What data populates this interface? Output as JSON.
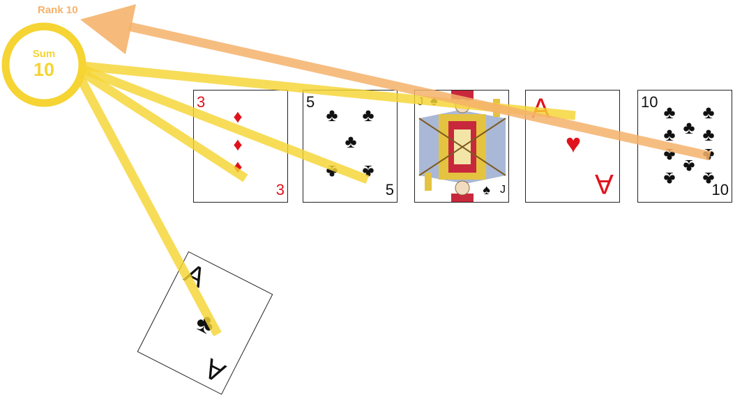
{
  "annotation": {
    "sum_label": "Sum",
    "sum_value": "10",
    "rank_label": "Rank 10",
    "sum_color": "#f5d433",
    "rank_color": "#f5b26b"
  },
  "cards": [
    {
      "id": "card-3-diamonds",
      "rank": "3",
      "suit": "diamonds",
      "suit_glyph": "♦",
      "color": "#e0121b"
    },
    {
      "id": "card-5-clubs",
      "rank": "5",
      "suit": "clubs",
      "suit_glyph": "♣",
      "color": "#111111"
    },
    {
      "id": "card-jack-spades",
      "rank": "J",
      "suit": "spades",
      "suit_glyph": "♠",
      "color": "#111111"
    },
    {
      "id": "card-ace-hearts",
      "rank": "A",
      "suit": "hearts",
      "suit_glyph": "♥",
      "color": "#e0121b"
    },
    {
      "id": "card-10-clubs",
      "rank": "10",
      "suit": "clubs",
      "suit_glyph": "♣",
      "color": "#111111"
    },
    {
      "id": "card-ace-clubs",
      "rank": "A",
      "suit": "clubs",
      "suit_glyph": "♣",
      "color": "#111111"
    }
  ]
}
